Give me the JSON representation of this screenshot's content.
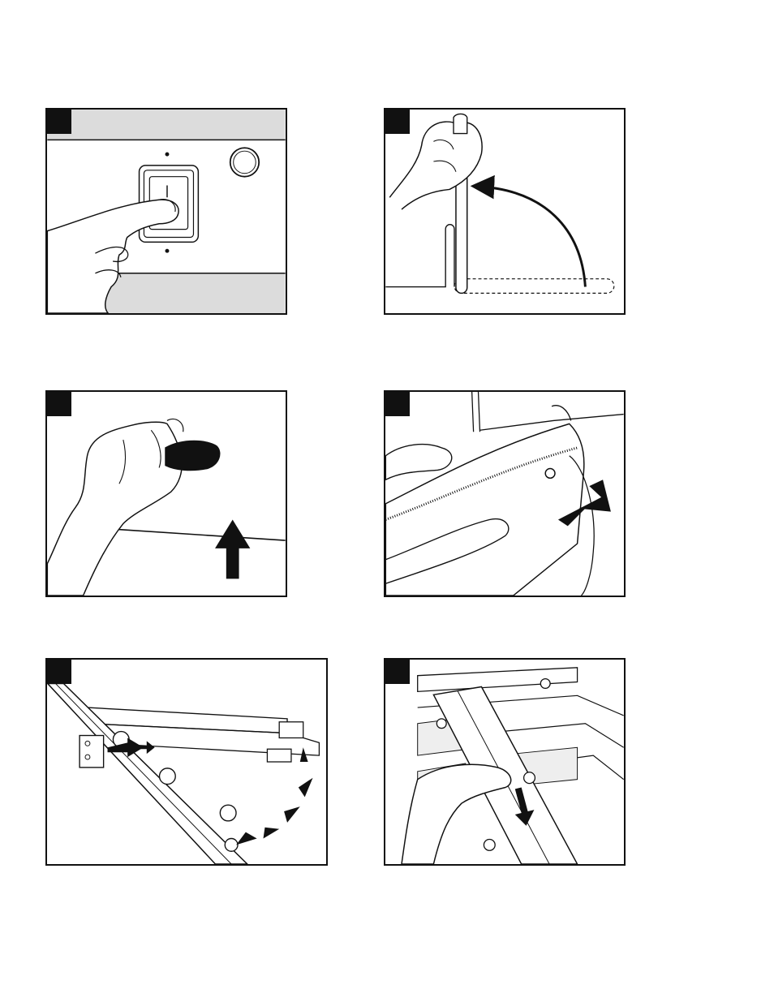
{
  "page": {
    "panels": [
      {
        "id": "p1",
        "icons": [
          "finger-icon",
          "power-switch-icon",
          "indicator-lamp-icon"
        ]
      },
      {
        "id": "p2",
        "icons": [
          "hand-icon",
          "lever-icon",
          "curved-arrow-icon"
        ]
      },
      {
        "id": "p3",
        "icons": [
          "hand-icon",
          "knob-icon",
          "up-arrow-icon"
        ]
      },
      {
        "id": "p4",
        "icons": [
          "hands-icon",
          "cover-panel-icon",
          "down-left-arrow-icon"
        ]
      },
      {
        "id": "p5",
        "icons": [
          "rail-icon",
          "bracket-icon",
          "dashed-arrow-icon"
        ]
      },
      {
        "id": "p6",
        "icons": [
          "hand-icon",
          "tray-icon",
          "down-arrow-icon"
        ]
      }
    ],
    "colors": {
      "ink": "#111111",
      "panel_fill": "#dcdcdc",
      "background": "#ffffff"
    }
  }
}
